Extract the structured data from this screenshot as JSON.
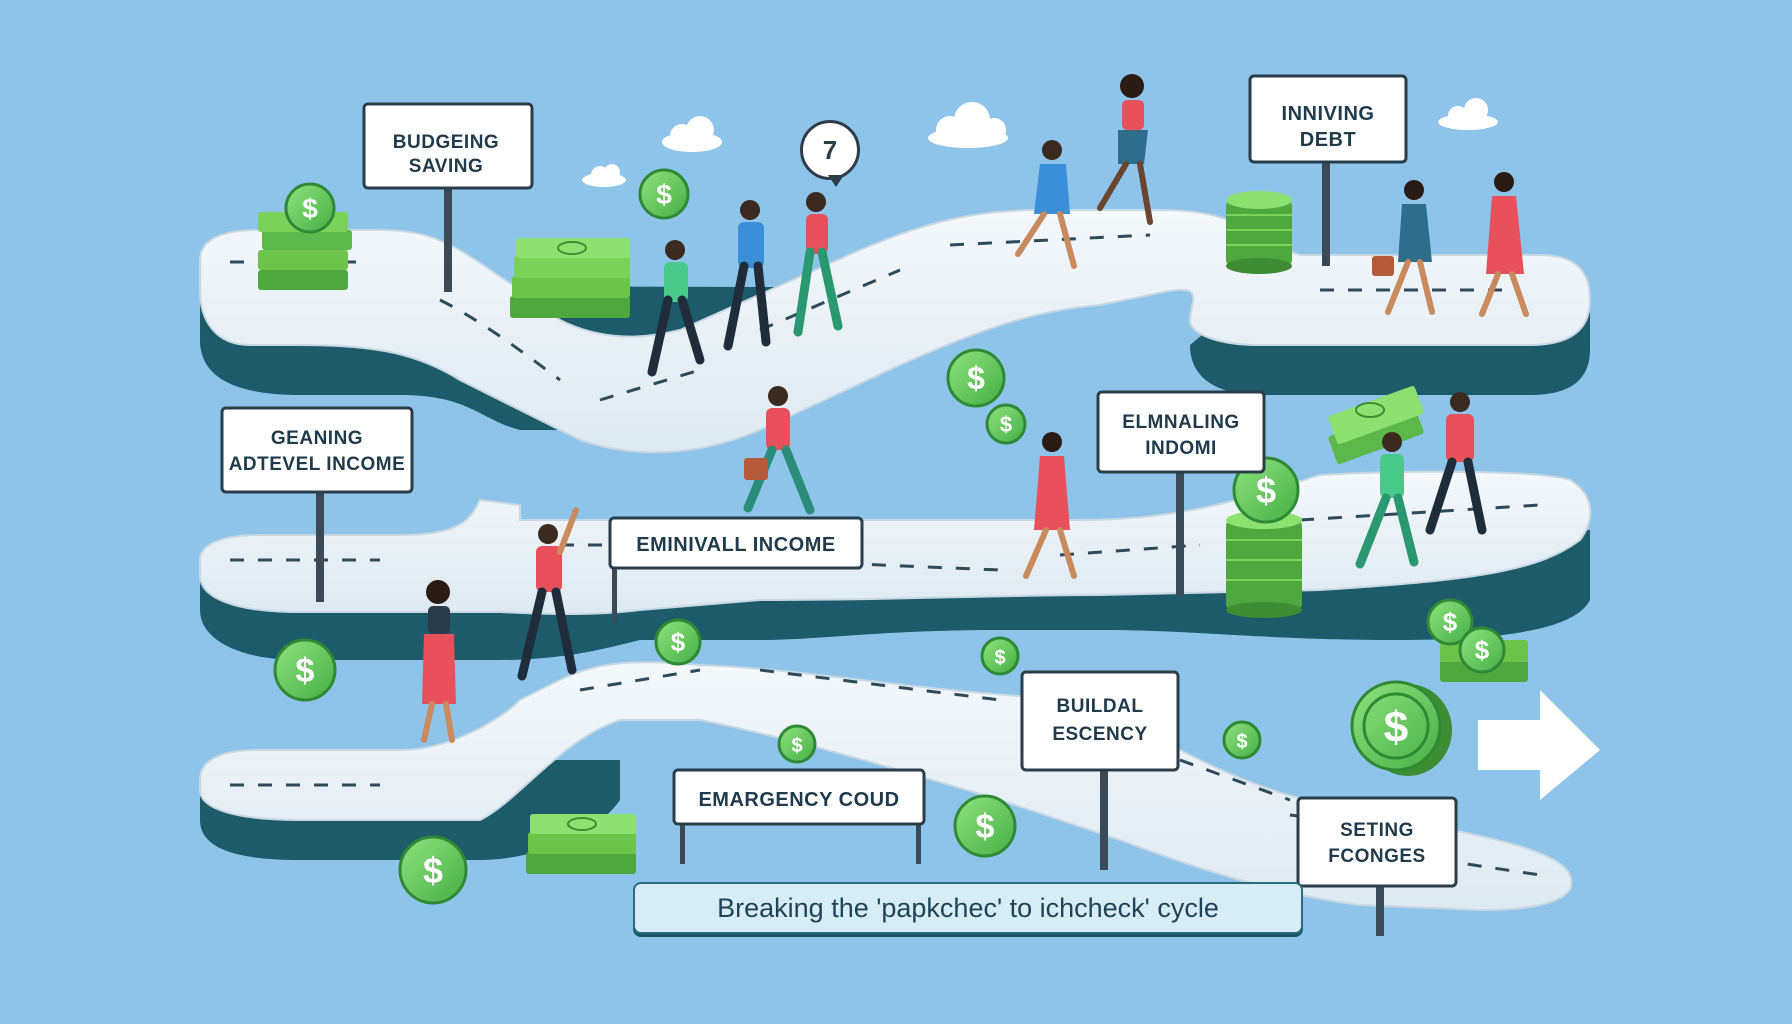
{
  "signs": {
    "budgeting": {
      "line1": "BUDGEING",
      "line2": "SAVING"
    },
    "debt": {
      "line1": "INNIVING",
      "line2": "DEBT"
    },
    "income": {
      "line1": "GEANING",
      "line2": "ADTEVEL INCOME"
    },
    "eliminating": {
      "line1": "ELMNALING",
      "line2": "INDOMI"
    },
    "eminivall": {
      "line1": "EMINIVALL INCOME"
    },
    "building": {
      "line1": "BUILDAL",
      "line2": "ESCENCY"
    },
    "emergency": {
      "line1": "EMARGENCY COUD"
    },
    "setting": {
      "line1": "SETING",
      "line2": "FCONGES"
    }
  },
  "bubble_number": "7",
  "caption": "Breaking the 'papkchec' to ichcheck' cycle",
  "colors": {
    "background": "#8ec4ea",
    "road_top": "#e8f1f6",
    "road_side": "#1e5b6a",
    "money_green": "#6cc44a",
    "coin_green": "#5cc05a"
  }
}
